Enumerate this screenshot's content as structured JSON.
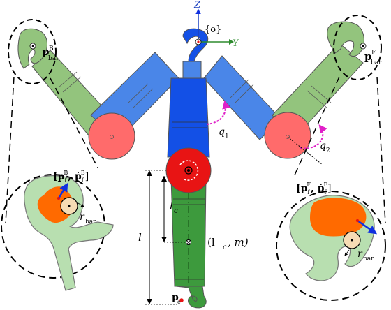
{
  "labels": {
    "axis_z": "Z",
    "axis_y": "Y",
    "origin": "{o}",
    "q1": "q",
    "q1_sub": "1",
    "q2": "q",
    "q2_sub": "2",
    "lc": "l",
    "lc_sub": "c",
    "l": "l",
    "com": "(l",
    "com_sub": "c",
    "com_tail": ", m)",
    "pbar_b": "p",
    "pbar_b_sub": "bar",
    "pbar_b_sup": "B",
    "pbar_f": "p",
    "pbar_f_sub": "bar",
    "pbar_f_sup": "F",
    "pf_b": "[p",
    "pf_b_sub": "f",
    "pf_b_sup": "B",
    "pf_b_mid": ", ṗ",
    "pf_b_sub2": "f",
    "pf_b_sup2": "B",
    "pf_b_end": "]",
    "pf_f": "[p",
    "pf_f_sub": "f",
    "pf_f_sup": "F",
    "pf_f_mid": ", ṗ",
    "pf_f_sub2": "f",
    "pf_f_sup2": "F",
    "pf_f_end": "]",
    "rbar_b": "r",
    "rbar_b_sub": "bar",
    "rbar_f": "r",
    "rbar_f_sub": "bar",
    "p_end": "p",
    "p_end_sub": "e"
  },
  "colors": {
    "blue_link": "#4a86e8",
    "blue_body": "#1350e6",
    "green_link": "#93c47d",
    "green_body": "#3d9a3d",
    "red_joint": "#ff6b6b",
    "red_main": "#e81414",
    "orange": "#ff6a00",
    "light_green": "#b8dfb0",
    "magenta": "#e020c8"
  }
}
